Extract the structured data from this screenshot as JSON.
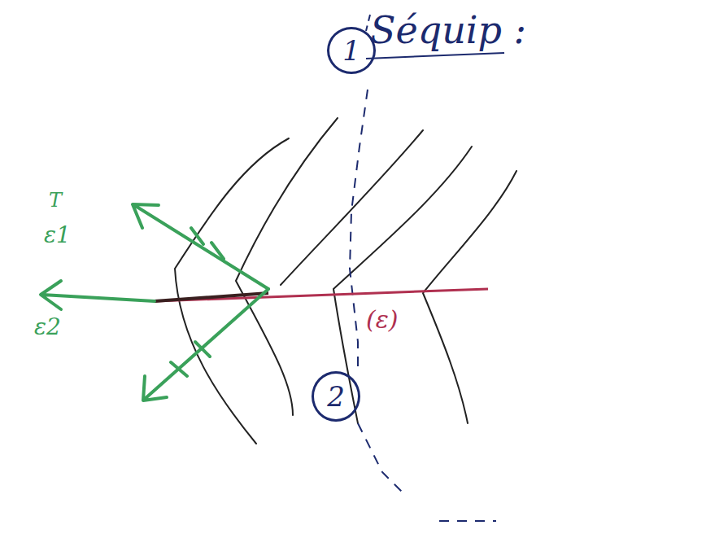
{
  "diagram": {
    "title": "Séquip :",
    "nodes": [
      {
        "text": [
          "1"
        ]
      },
      {
        "text": [
          "2"
        ]
      }
    ],
    "labels": [
      "(ε)",
      "T",
      "ε1",
      "ε2"
    ]
  }
}
